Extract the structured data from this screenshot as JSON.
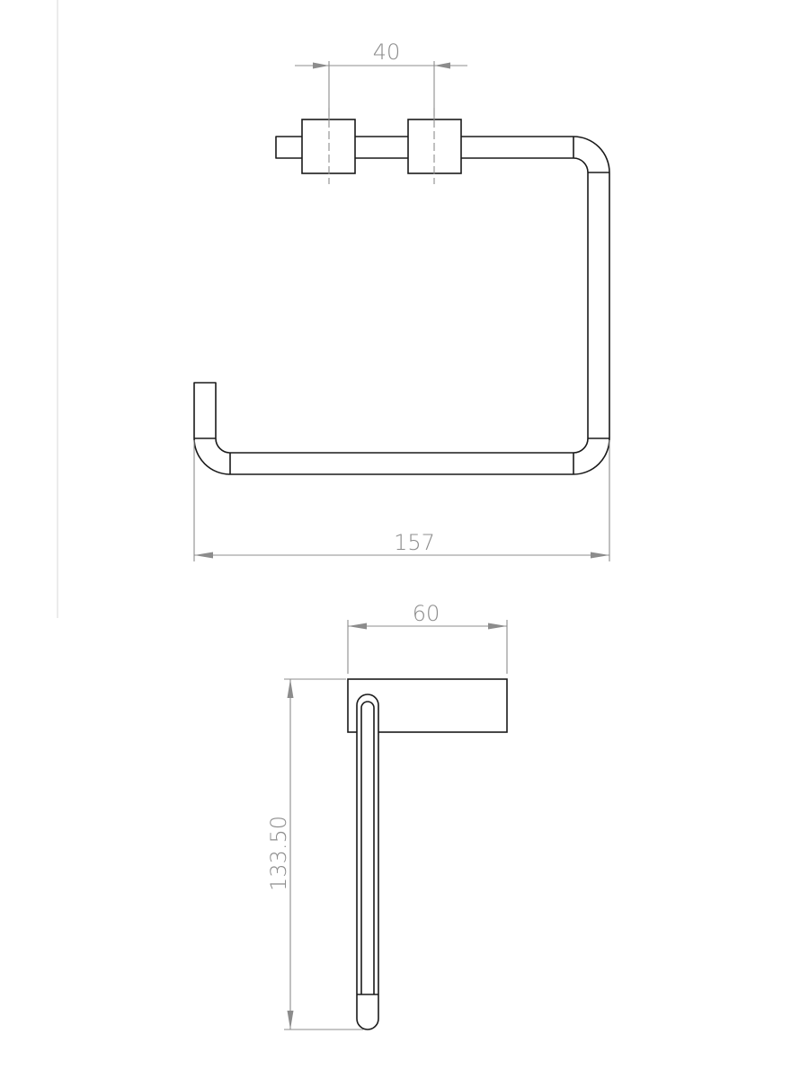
{
  "views": {
    "front": {
      "dimension_width": {
        "value": "157"
      },
      "dimension_mount_spacing": {
        "value": "40"
      }
    },
    "side": {
      "dimension_depth": {
        "value": "60"
      },
      "dimension_height": {
        "value": "133.50"
      }
    }
  },
  "colors": {
    "line": "#1a1a1a",
    "dimension": "#8c8c8c",
    "background": "#ffffff"
  }
}
